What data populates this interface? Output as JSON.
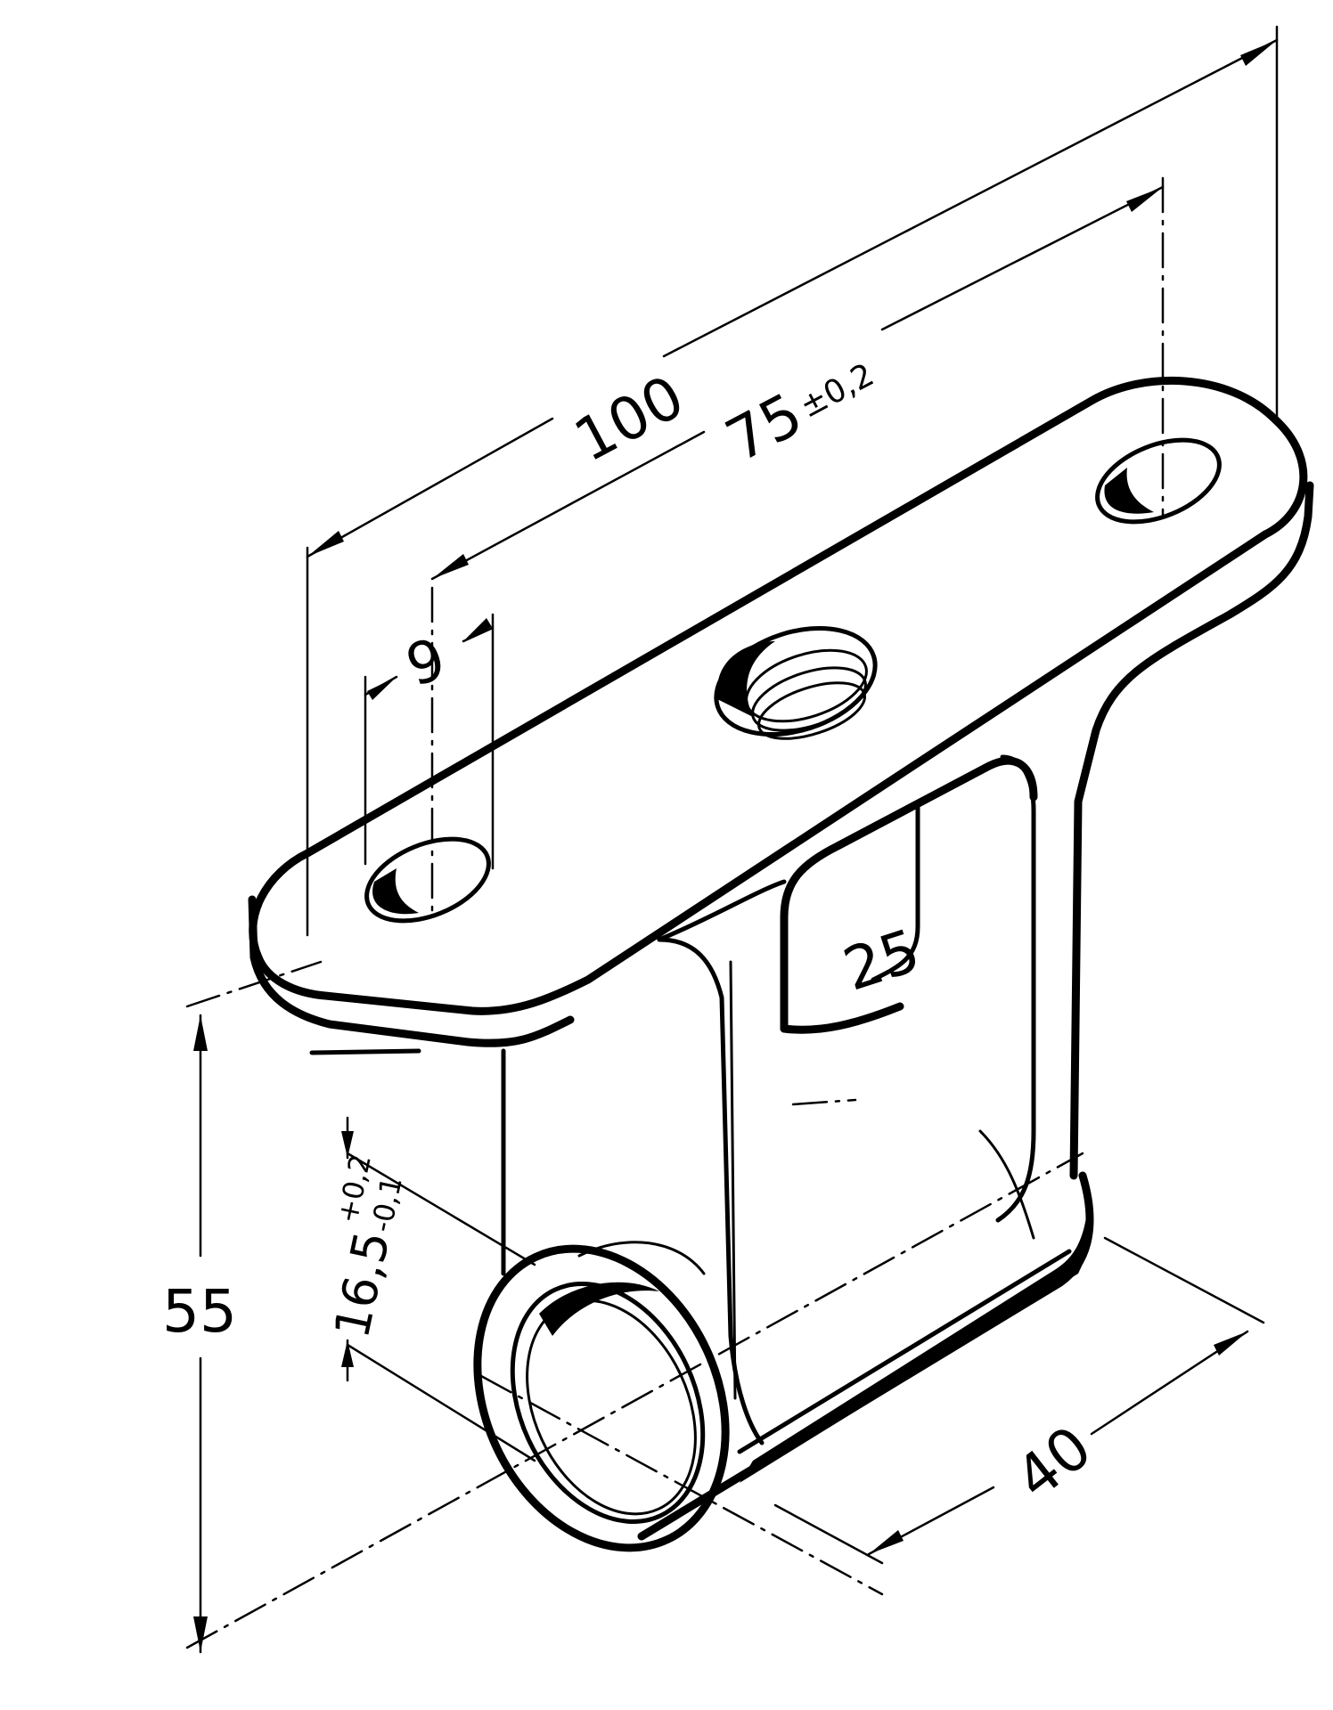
{
  "dimensions": {
    "overall_length": "100",
    "hole_spacing": "75",
    "hole_spacing_tolerance": "±0,2",
    "hole_diameter": "9",
    "bore_diameter": "25",
    "height": "55",
    "sleeve_length": "40",
    "sleeve_bore": "16,5",
    "sleeve_bore_upper_tol": "+0,2",
    "sleeve_bore_lower_tol": "-0,1"
  },
  "colors": {
    "ink": "#000000",
    "paper": "#ffffff"
  }
}
